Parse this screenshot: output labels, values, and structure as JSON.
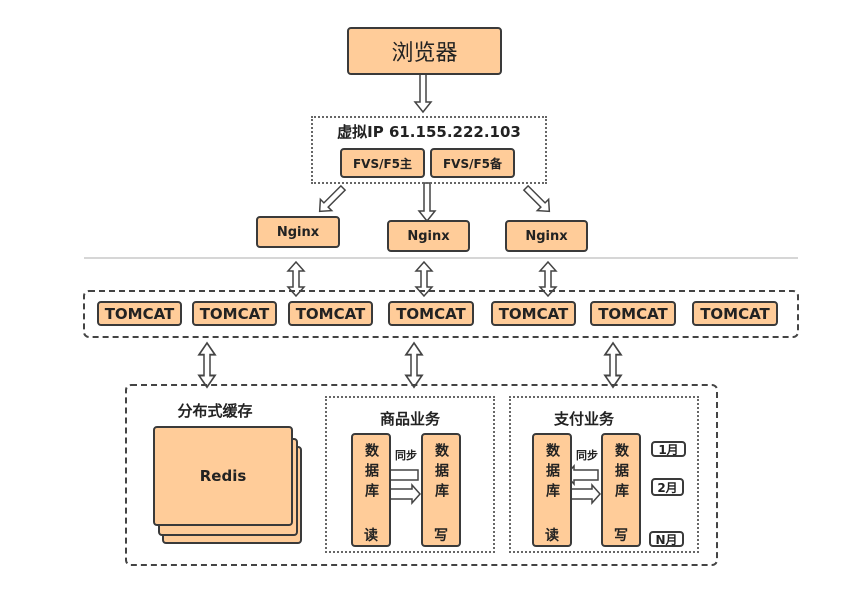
{
  "browser": {
    "label": "浏览器"
  },
  "vip": {
    "title": "虚拟IP 61.155.222.103",
    "balancers": [
      "FVS/F5主",
      "FVS/F5备"
    ]
  },
  "nginx": [
    "Nginx",
    "Nginx",
    "Nginx"
  ],
  "tomcats": [
    "TOMCAT",
    "TOMCAT",
    "TOMCAT",
    "TOMCAT",
    "TOMCAT",
    "TOMCAT",
    "TOMCAT"
  ],
  "cache": {
    "title": "分布式缓存",
    "redis": "Redis"
  },
  "goods": {
    "title": "商品业务",
    "read_db": "数据库",
    "read_tag": "读",
    "write_db": "数据库",
    "write_tag": "写",
    "sync": "同步"
  },
  "payment": {
    "title": "支付业务",
    "read_db": "数据库",
    "read_tag": "读",
    "write_db": "数据库",
    "write_tag": "写",
    "sync": "同步",
    "shards": [
      "1月",
      "2月",
      "N月"
    ]
  },
  "colors": {
    "box_fill": "#FFCC99",
    "border": "#3a3a3a",
    "separator": "#c8c8c8"
  }
}
